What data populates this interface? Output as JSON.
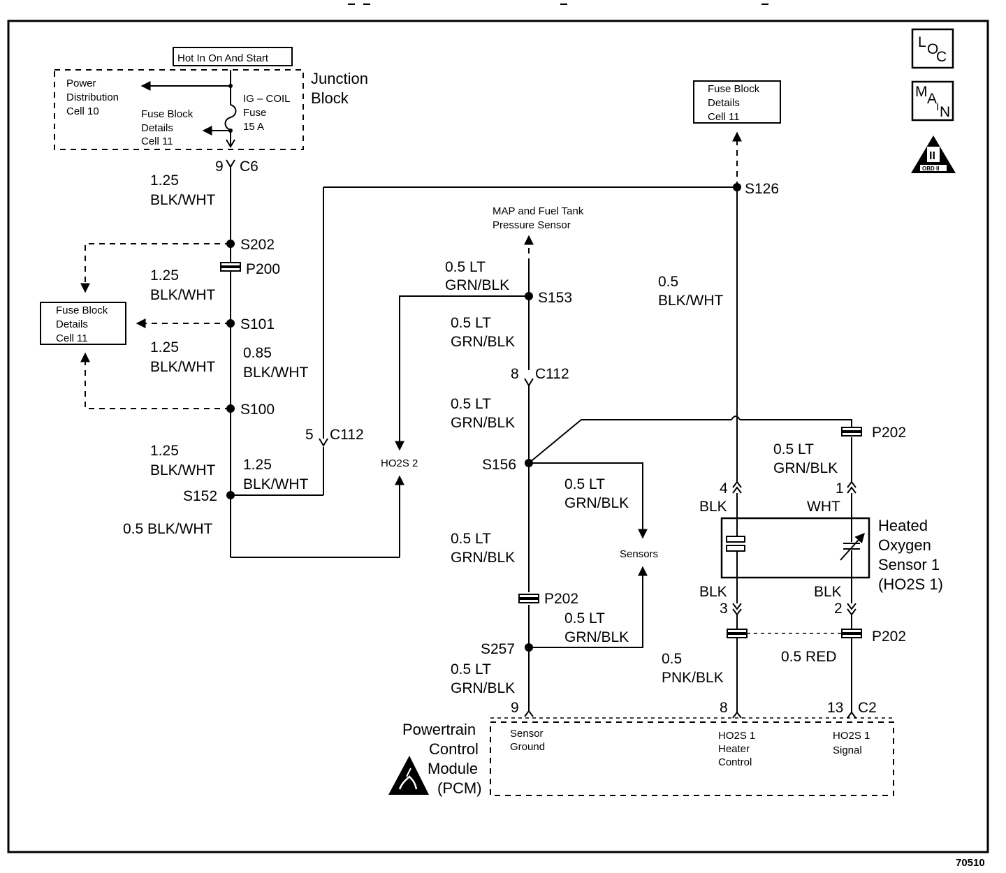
{
  "page_id": "70510",
  "badges": {
    "loc": [
      "L",
      "O",
      "C"
    ],
    "main": [
      "M",
      "A",
      "I",
      "N"
    ],
    "obd": "OBD II",
    "obd_numeral": "II"
  },
  "power": {
    "hot_label": "Hot In On And Start",
    "junction_block": [
      "Junction",
      "Block"
    ],
    "power_distribution": [
      "Power",
      "Distribution",
      "Cell 10"
    ],
    "fuse_block_left": [
      "Fuse Block",
      "Details",
      "Cell 11"
    ],
    "fuse": [
      "IG – COIL",
      "Fuse",
      "15 A"
    ],
    "fuse_block_mid": [
      "Fuse Block",
      "Details",
      "Cell 11"
    ],
    "fuse_block_right": [
      "Fuse Block",
      "Details",
      "Cell 11"
    ]
  },
  "connectors": {
    "c6_pin": "9",
    "c6": "C6",
    "c112_left_pin": "5",
    "c112_left": "C112",
    "c112_mid_pin": "8",
    "c112_mid": "C112",
    "ho2s_pin4": "4",
    "ho2s_pin1": "1",
    "ho2s_pin3": "3",
    "ho2s_pin2": "2",
    "pcm_pin9": "9",
    "pcm_pin8": "8",
    "pcm_pin13": "13",
    "c2": "C2"
  },
  "splices": {
    "s202": "S202",
    "p200": "P200",
    "s101": "S101",
    "s100": "S100",
    "s152": "S152",
    "s126": "S126",
    "s153": "S153",
    "s156": "S156",
    "s257": "S257",
    "p202_mid": "P202",
    "p202_top": "P202",
    "p202_bottom": "P202"
  },
  "wires": {
    "w1": [
      "1.25",
      "BLK/WHT"
    ],
    "w2": [
      "1.25",
      "BLK/WHT"
    ],
    "w3": [
      "1.25",
      "BLK/WHT"
    ],
    "w4": [
      "0.85",
      "BLK/WHT"
    ],
    "w5": [
      "1.25",
      "BLK/WHT"
    ],
    "w6": [
      "1.25",
      "BLK/WHT"
    ],
    "w7": "0.5 BLK/WHT",
    "w8": [
      "0.5 LT",
      "GRN/BLK"
    ],
    "w9": [
      "0.5 LT",
      "GRN/BLK"
    ],
    "w10": [
      "0.5 LT",
      "GRN/BLK"
    ],
    "w11": [
      "0.5 LT",
      "GRN/BLK"
    ],
    "w12": [
      "0.5 LT",
      "GRN/BLK"
    ],
    "w13": [
      "0.5 LT",
      "GRN/BLK"
    ],
    "w14": [
      "0.5 LT",
      "GRN/BLK"
    ],
    "w15": [
      "0.5",
      "BLK/WHT"
    ],
    "w16": [
      "0.5 LT",
      "GRN/BLK"
    ],
    "w17": [
      "0.5",
      "PNK/BLK"
    ],
    "w18": "0.5 RED",
    "blk_4": "BLK",
    "wht_1": "WHT",
    "blk_3": "BLK",
    "blk_2": "BLK"
  },
  "components": {
    "map_sensor": [
      "MAP and Fuel Tank",
      "Pressure Sensor"
    ],
    "ho2s2": "HO2S 2",
    "sensors": "Sensors",
    "ho2s1": [
      "Heated",
      "Oxygen",
      "Sensor 1",
      "(HO2S 1)"
    ],
    "pcm": [
      "Powertrain",
      "Control",
      "Module",
      "(PCM)"
    ],
    "pcm_sensor_ground": [
      "Sensor",
      "Ground"
    ],
    "pcm_heater_control": [
      "HO2S 1",
      "Heater",
      "Control"
    ],
    "pcm_signal": [
      "HO2S 1",
      "Signal"
    ]
  }
}
